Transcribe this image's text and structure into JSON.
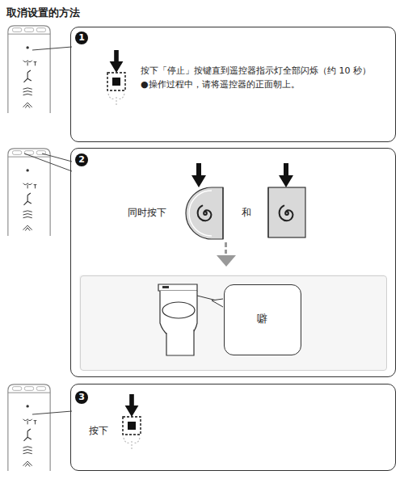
{
  "diagram": {
    "title": "取消设置的方法",
    "nodes": [
      {
        "text": [
          "按下「停止」按键直到遥控器指示灯全部闪烁（约 10 秒）",
          "●操作过程中，请将遥控器的正面朝上。"
        ]
      },
      {
        "text": [
          "同时按下",
          "和"
        ]
      },
      {
        "text": [],
        "in": 1
      },
      {
        "text": [
          "噼"
        ],
        "in": 2
      },
      {
        "text": [
          "按下"
        ]
      }
    ],
    "labels": [
      "1",
      "2",
      "3"
    ]
  }
}
